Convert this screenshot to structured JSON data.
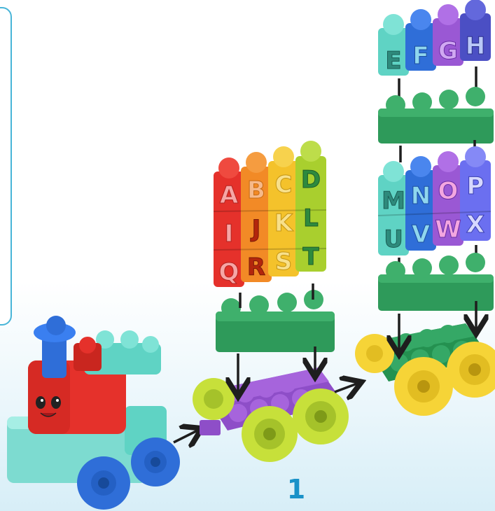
{
  "step": {
    "number": "1"
  },
  "letters": {
    "stack_abcd": {
      "row1": [
        "A",
        "B",
        "C",
        "D"
      ],
      "row2": [
        "I",
        "J",
        "K",
        "L"
      ],
      "row3": [
        "Q",
        "R",
        "S",
        "T"
      ]
    },
    "stack_efgh": {
      "row1": [
        "E",
        "F",
        "G",
        "H"
      ]
    },
    "stack_mnop": {
      "row1": [
        "M",
        "N",
        "O",
        "P"
      ],
      "row2": [
        "U",
        "V",
        "W",
        "X"
      ]
    }
  },
  "colors": {
    "red": "#e5312b",
    "orange": "#f28a26",
    "yellow": "#f4c22b",
    "lime": "#a9cf2e",
    "teal": "#5fd3c4",
    "blue": "#2f6ed8",
    "purple": "#9a58d4",
    "lavender": "#b8a0f0",
    "green": "#2e9a5a",
    "letter_fill": "#f6a6a6",
    "accent_blue": "#1a92c8",
    "wheel_lime": "#c7e03a",
    "wheel_yellow": "#f6d437",
    "wheel_blue": "#2f6ed8"
  }
}
